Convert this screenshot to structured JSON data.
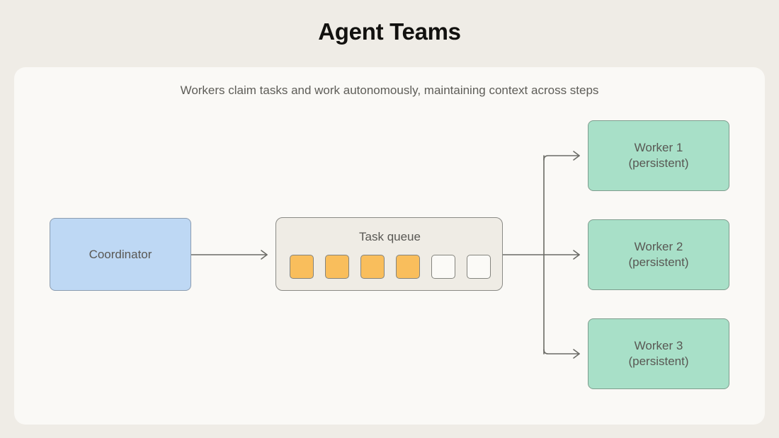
{
  "page": {
    "title": "Agent Teams",
    "background_color": "#efece6",
    "card_color": "#faf9f6"
  },
  "diagram": {
    "subtitle": "Workers claim tasks and work autonomously, maintaining context across steps",
    "coordinator": {
      "label": "Coordinator",
      "fill_color": "#bed8f4",
      "border_color": "#8b9cb0"
    },
    "task_queue": {
      "label": "Task queue",
      "panel_fill": "#efece5",
      "panel_border": "#8a8a85",
      "filled_color": "#f9be5c",
      "empty_color": "#fbfaf7",
      "total_slots": 6,
      "filled_slots": 4,
      "slots": [
        {
          "state": "filled"
        },
        {
          "state": "filled"
        },
        {
          "state": "filled"
        },
        {
          "state": "filled"
        },
        {
          "state": "empty"
        },
        {
          "state": "empty"
        }
      ]
    },
    "workers": [
      {
        "name": "Worker 1",
        "status": "(persistent)",
        "fill_color": "#a8e0c8",
        "border_color": "#7f9d8e"
      },
      {
        "name": "Worker 2",
        "status": "(persistent)",
        "fill_color": "#a8e0c8",
        "border_color": "#7f9d8e"
      },
      {
        "name": "Worker 3",
        "status": "(persistent)",
        "fill_color": "#a8e0c8",
        "border_color": "#7f9d8e"
      }
    ],
    "connectors": {
      "stroke_color": "#6b6b66",
      "edges": [
        {
          "from": "coordinator",
          "to": "task-queue",
          "style": "straight-arrow"
        },
        {
          "from": "task-queue",
          "to": "worker-1",
          "style": "elbow-arrow"
        },
        {
          "from": "task-queue",
          "to": "worker-2",
          "style": "straight-arrow"
        },
        {
          "from": "task-queue",
          "to": "worker-3",
          "style": "elbow-arrow"
        }
      ]
    }
  }
}
